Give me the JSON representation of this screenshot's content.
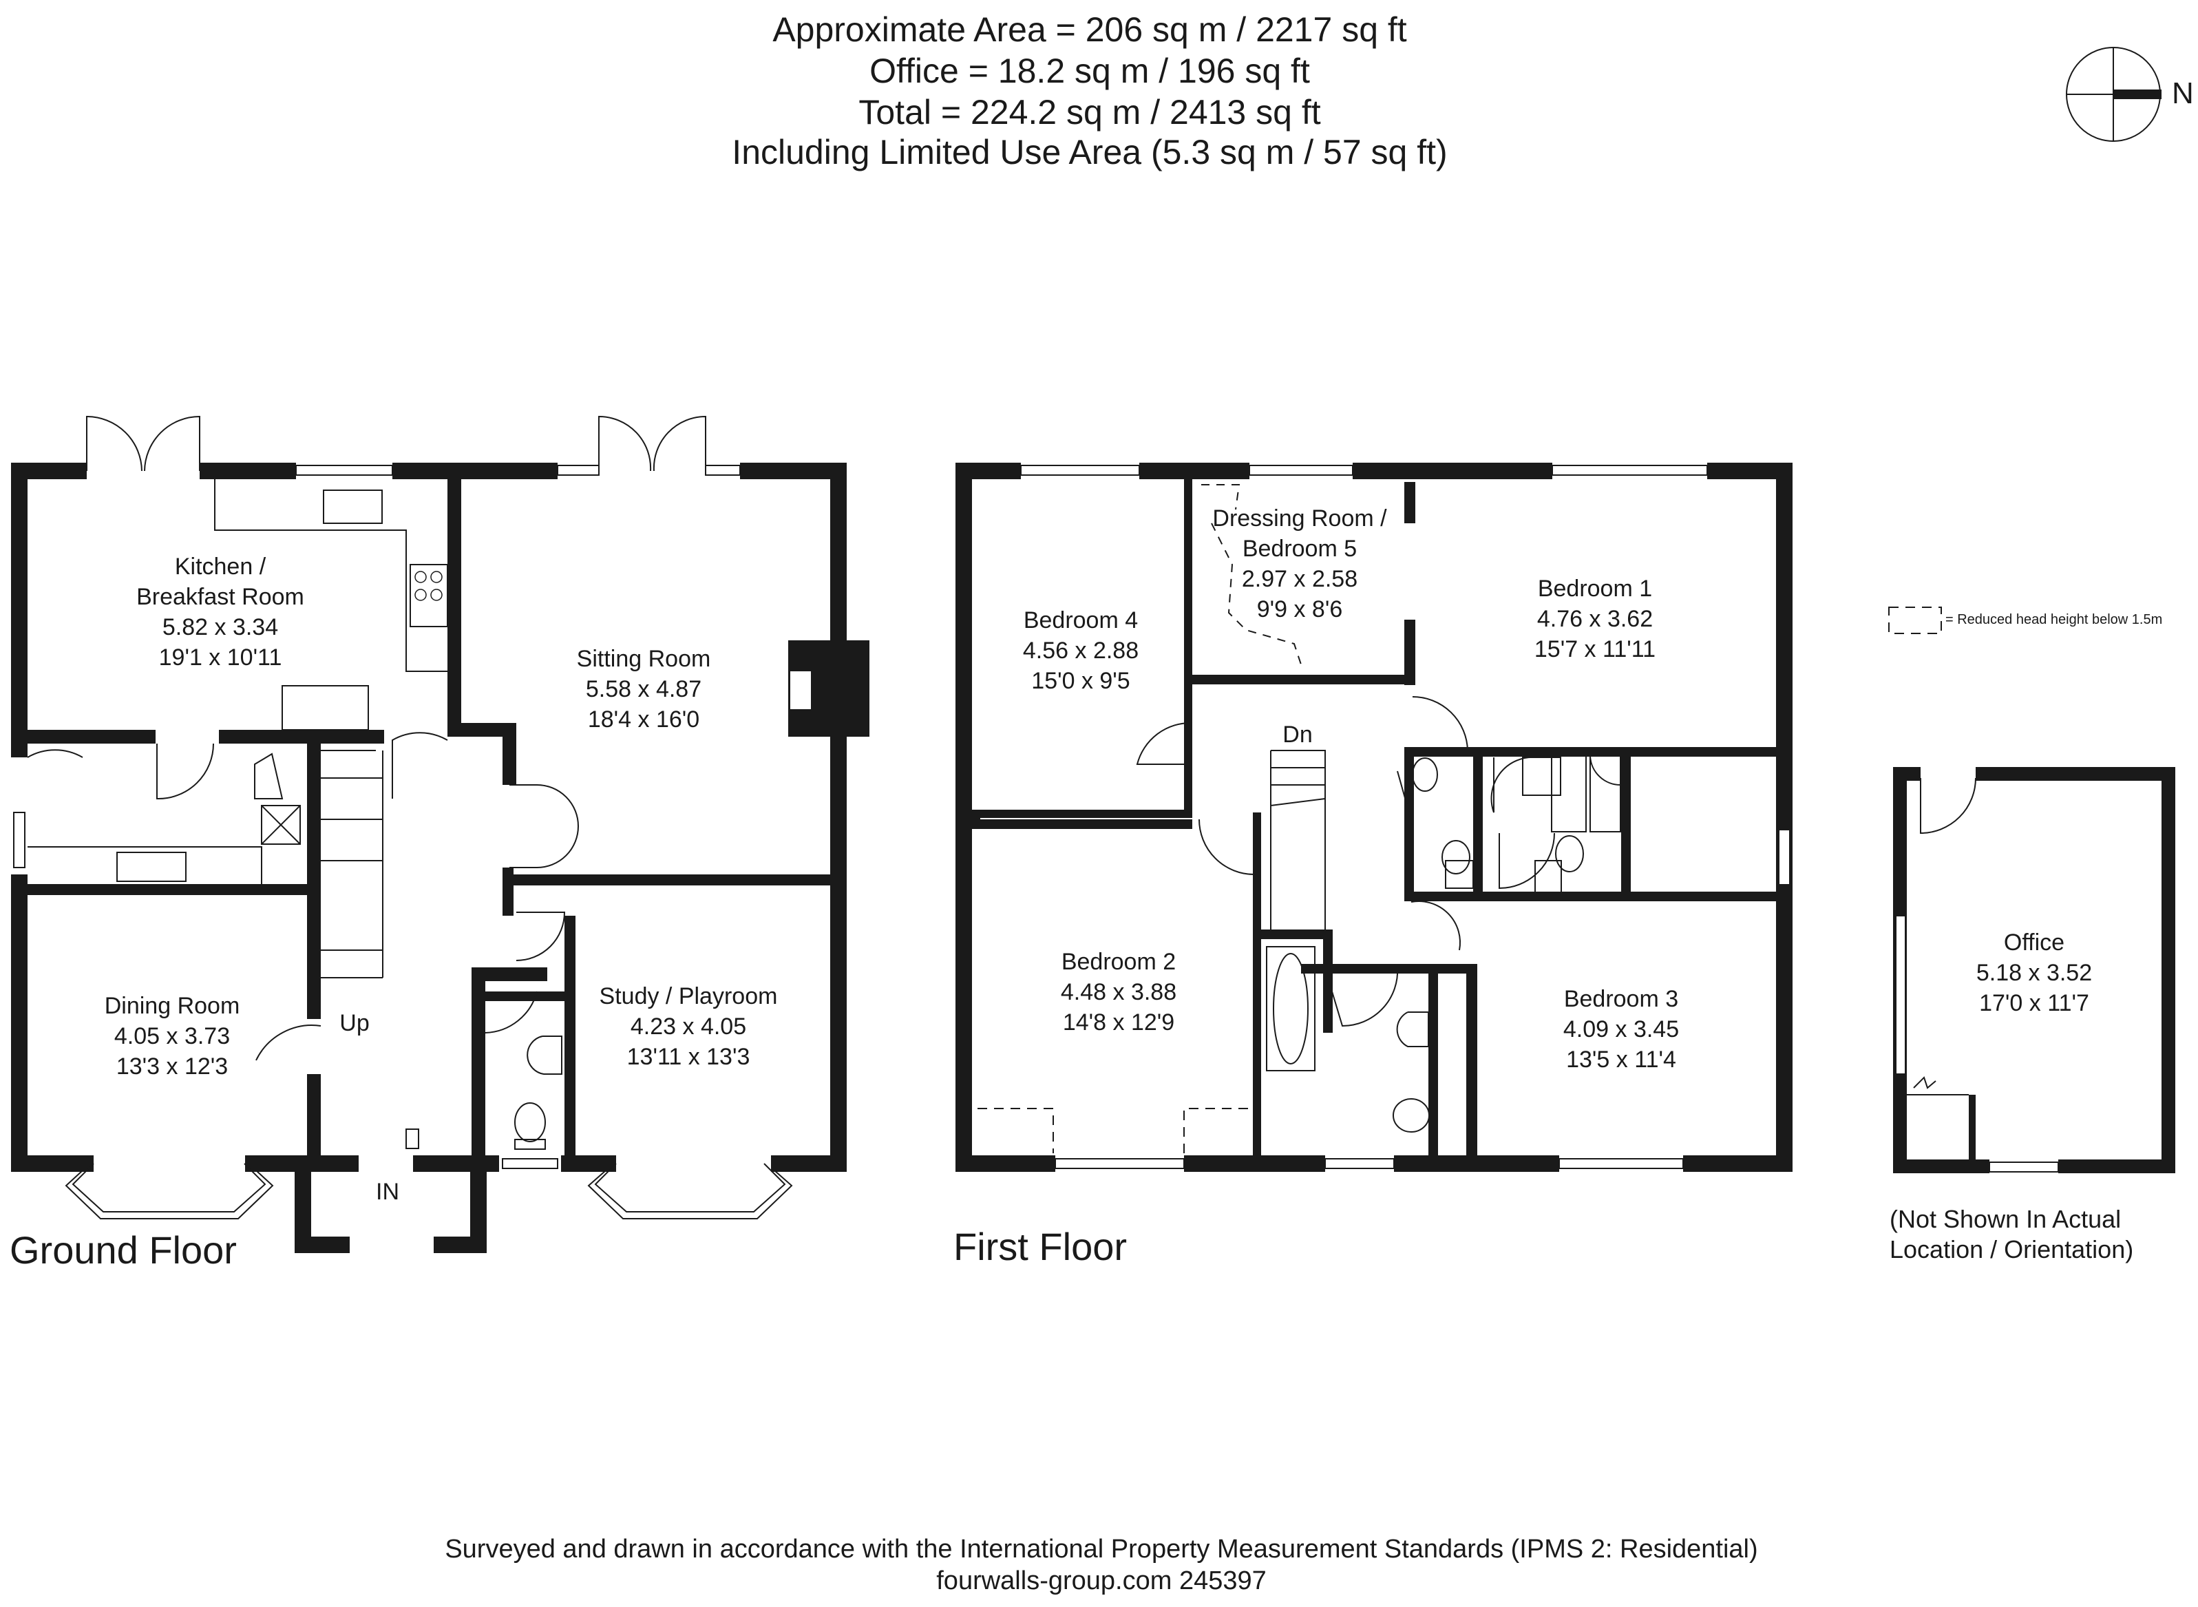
{
  "header": {
    "line1": "Approximate  Area = 206 sq m / 2217 sq ft",
    "line2": "Office = 18.2 sq m / 196 sq ft",
    "line3": "Total = 224.2 sq m / 2413 sq ft",
    "line4": "Including Limited Use Area (5.3 sq m / 57 sq ft)"
  },
  "compass": {
    "letter": "N",
    "icon": "north-arrow-icon"
  },
  "legend": {
    "text": "= Reduced head height below 1.5m"
  },
  "ground_floor": {
    "label": "Ground Floor",
    "rooms": {
      "kitchen": {
        "name1": "Kitchen /",
        "name2": "Breakfast Room",
        "metric": "5.82 x 3.34",
        "imperial": "19'1 x 10'11"
      },
      "sitting": {
        "name": "Sitting Room",
        "metric": "5.58 x 4.87",
        "imperial": "18'4 x 16'0"
      },
      "dining": {
        "name": "Dining Room",
        "metric": "4.05 x 3.73",
        "imperial": "13'3 x 12'3"
      },
      "study": {
        "name": "Study / Playroom",
        "metric": "4.23 x 4.05",
        "imperial": "13'11 x 13'3"
      }
    },
    "up": "Up",
    "in": "IN"
  },
  "first_floor": {
    "label": "First Floor",
    "rooms": {
      "bedroom4": {
        "name": "Bedroom 4",
        "metric": "4.56 x 2.88",
        "imperial": "15'0 x 9'5"
      },
      "dressing": {
        "name1": "Dressing Room /",
        "name2": "Bedroom 5",
        "metric": "2.97 x 2.58",
        "imperial": "9'9 x 8'6"
      },
      "bedroom1": {
        "name": "Bedroom 1",
        "metric": "4.76 x 3.62",
        "imperial": "15'7 x 11'11"
      },
      "bedroom2": {
        "name": "Bedroom 2",
        "metric": "4.48 x 3.88",
        "imperial": "14'8 x 12'9"
      },
      "bedroom3": {
        "name": "Bedroom 3",
        "metric": "4.09 x 3.45",
        "imperial": "13'5 x 11'4"
      }
    },
    "dn": "Dn"
  },
  "office": {
    "name": "Office",
    "metric": "5.18 x 3.52",
    "imperial": "17'0 x 11'7",
    "note1": "(Not Shown In Actual",
    "note2": "Location / Orientation)"
  },
  "footer": {
    "line1": "Surveyed and drawn in accordance with the International Property Measurement Standards (IPMS 2: Residential)",
    "line2": "fourwalls-group.com 245397"
  }
}
